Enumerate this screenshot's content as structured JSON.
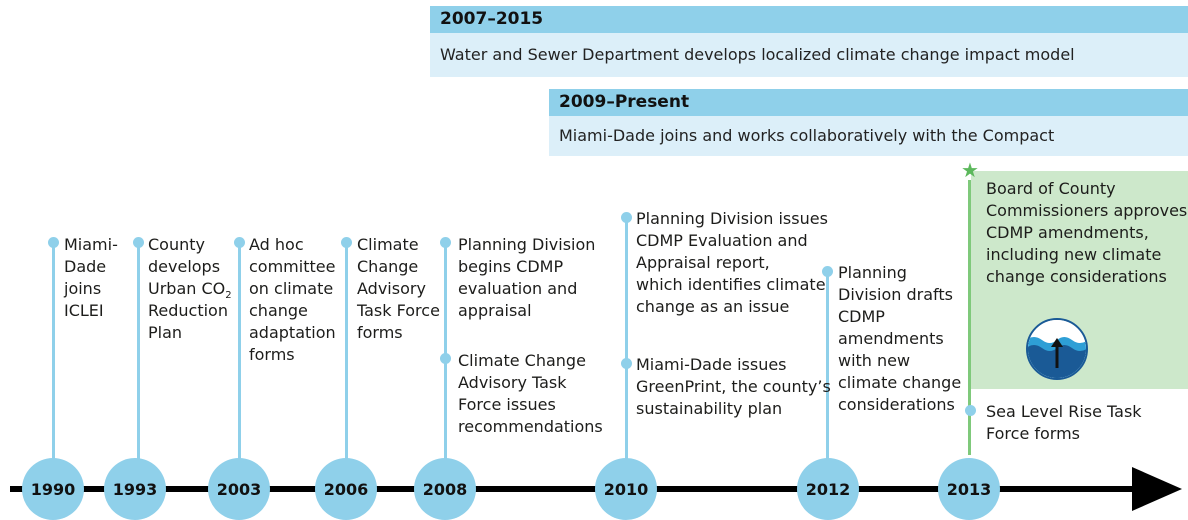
{
  "bands": [
    {
      "head": "2007–2015",
      "body": "Water and Sewer Department develops localized climate change impact model"
    },
    {
      "head": "2009–Present",
      "body": "Miami-Dade joins and works collaboratively with the Compact"
    }
  ],
  "years": [
    "1990",
    "1993",
    "2003",
    "2006",
    "2008",
    "2010",
    "2012",
    "2013"
  ],
  "events": {
    "e1990": [
      "Miami-",
      "Dade",
      "joins",
      "ICLEI"
    ],
    "e1993_a": "County",
    "e1993_b": "develops",
    "e1993_c": "Urban CO",
    "e1993_c_sub": "2",
    "e1993_d": "Reduction",
    "e1993_e": "Plan",
    "e2003": [
      "Ad hoc",
      "committee",
      "on climate",
      "change",
      "adaptation",
      "forms"
    ],
    "e2006": [
      "Climate",
      "Change",
      "Advisory",
      "Task Force",
      "forms"
    ],
    "e2008a": [
      "Planning Division",
      "begins CDMP",
      "evaluation and",
      "appraisal"
    ],
    "e2008b": [
      "Climate Change",
      "Advisory Task",
      "Force issues",
      "recommendations"
    ],
    "e2010a": [
      "Planning Division issues",
      "CDMP Evaluation and",
      "Appraisal report,",
      "which identifies climate",
      "change as an issue"
    ],
    "e2010b": [
      "Miami-Dade issues",
      "GreenPrint, the county’s",
      "sustainability plan"
    ],
    "e2012": [
      "Planning",
      "Division drafts",
      "CDMP",
      "amendments",
      "with new",
      "climate change",
      "considerations"
    ],
    "e2013a": [
      "Board of County",
      "Commissioners approves",
      "CDMP amendments,",
      "including new climate",
      "change considerations"
    ],
    "e2013b": [
      "Sea Level Rise Task",
      "Force forms"
    ]
  },
  "icons": {
    "milestone": "star-icon",
    "sea-level": "sea-level-rise-icon"
  },
  "colors": {
    "light_blue": "#8fd0ea",
    "pale_blue": "#dceff9",
    "green_panel": "#cde8cb",
    "green_accent": "#5cb85c",
    "dark_blue": "#1a5a96"
  }
}
